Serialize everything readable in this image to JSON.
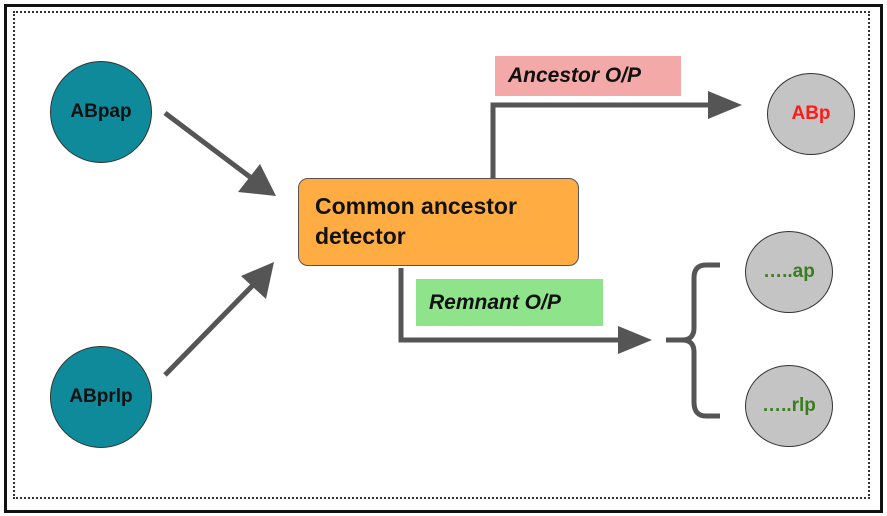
{
  "inputs": {
    "top": "ABpap",
    "bottom": "ABprlp"
  },
  "detector": {
    "label": "Common ancestor detector"
  },
  "ancestor_output": {
    "label": "Ancestor O/P",
    "node": "ABp"
  },
  "remnant_output": {
    "label": "Remnant O/P",
    "nodes": [
      "…..ap",
      "…..rlp"
    ]
  },
  "colors": {
    "input_node": "#0e8a9b",
    "detector": "#ffad42",
    "ancestor_label_bg": "#f4a9a9",
    "remnant_label_bg": "#8fe38a",
    "output_node": "#c4c4c4",
    "ancestor_text": "#ff1a1a",
    "remnant_text": "#3a7d1e",
    "arrow": "#555555"
  }
}
